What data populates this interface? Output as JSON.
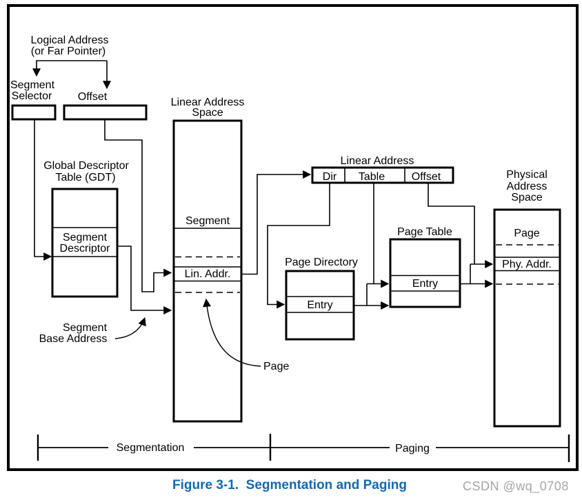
{
  "caption": {
    "text": "Figure 3-1.  Segmentation and Paging",
    "color": "#1269b0"
  },
  "watermark": {
    "text": "CSDN @wq_0708",
    "color": "#a5a5a5"
  },
  "colors": {
    "diagram_lines": "#000000",
    "background": "#ffffff"
  },
  "logical_address": {
    "line1": "Logical Address",
    "line2": "(or Far Pointer)"
  },
  "segment_selector": {
    "line1": "Segment",
    "line2": "Selector"
  },
  "offset_box": {
    "label": "Offset"
  },
  "gdt": {
    "title_line1": "Global Descriptor",
    "title_line2": "Table (GDT)",
    "descriptor_line1": "Segment",
    "descriptor_line2": "Descriptor"
  },
  "linear_address_space": {
    "title_line1": "Linear Address",
    "title_line2": "Space",
    "segment_label": "Segment",
    "lin_addr_label": "Lin. Addr."
  },
  "linear_address_fields": {
    "title": "Linear Address",
    "dir": "Dir",
    "table": "Table",
    "offset": "Offset"
  },
  "page_directory": {
    "title": "Page Directory",
    "entry": "Entry"
  },
  "page_table": {
    "title": "Page Table",
    "entry": "Entry"
  },
  "physical_address_space": {
    "title_line1": "Physical",
    "title_line2": "Address",
    "title_line3": "Space",
    "page_label": "Page",
    "phy_addr_label": "Phy. Addr."
  },
  "annotations": {
    "segment_base_line1": "Segment",
    "segment_base_line2": "Base Address",
    "page_pointer": "Page"
  },
  "brackets": {
    "segmentation": "Segmentation",
    "paging": "Paging"
  }
}
